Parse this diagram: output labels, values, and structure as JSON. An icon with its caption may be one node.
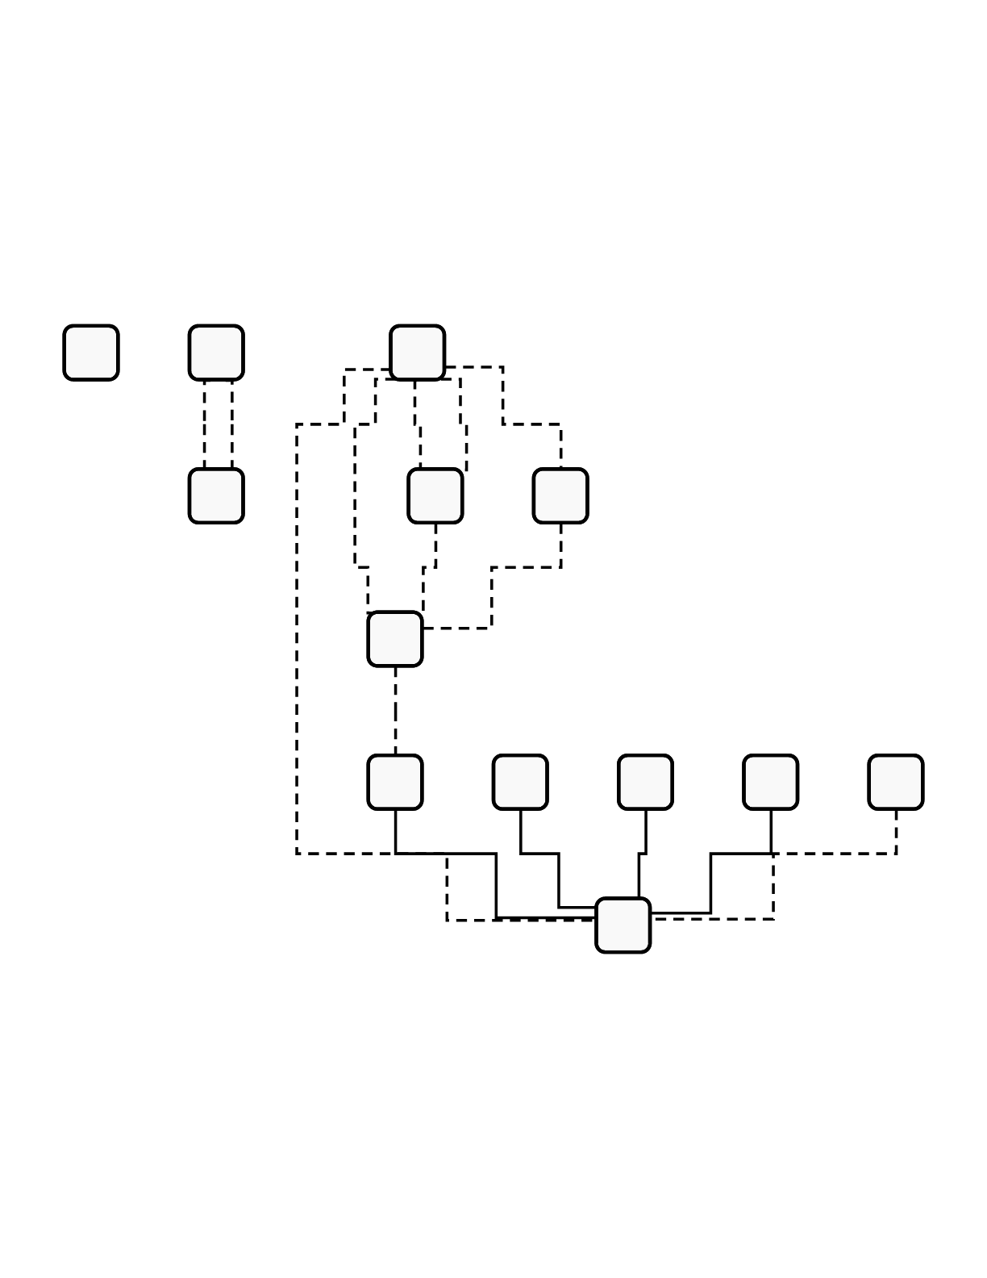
{
  "diagram": {
    "nodes": [
      {
        "text": [],
        "shape": "box"
      },
      {
        "text": [],
        "shape": "box"
      },
      {
        "text": [],
        "shape": "box"
      },
      {
        "text": [],
        "shape": "box"
      },
      {
        "text": [],
        "shape": "box"
      },
      {
        "text": [],
        "shape": "box"
      },
      {
        "text": [],
        "shape": "box"
      },
      {
        "text": [],
        "shape": "box"
      },
      {
        "text": [],
        "shape": "box"
      },
      {
        "text": [],
        "shape": "box"
      },
      {
        "text": [],
        "shape": "box"
      },
      {
        "text": [],
        "shape": "box"
      },
      {
        "text": [],
        "shape": "box"
      }
    ],
    "edges": [
      {
        "from": 1,
        "to": 2,
        "arrow": "none",
        "style": "dashed"
      },
      {
        "from": 1,
        "to": 2,
        "arrow": "none",
        "style": "dashed"
      },
      {
        "from": 3,
        "to": 4,
        "arrow": "none",
        "style": "dashed"
      },
      {
        "from": 3,
        "to": 5,
        "arrow": "none",
        "style": "dashed"
      },
      {
        "from": 3,
        "to": 4,
        "arrow": "none",
        "style": "dashed"
      },
      {
        "from": 3,
        "to": 6,
        "arrow": "none",
        "style": "dashed"
      },
      {
        "from": 4,
        "to": 6,
        "arrow": "none",
        "style": "dashed"
      },
      {
        "from": 5,
        "to": 6,
        "arrow": "none",
        "style": "dashed"
      },
      {
        "from": 6,
        "to": 7,
        "arrow": "none",
        "style": "dashed"
      },
      {
        "from": 3,
        "to": 12,
        "arrow": "none",
        "style": "dashed"
      },
      {
        "from": 7,
        "to": 12,
        "arrow": "none"
      },
      {
        "from": 8,
        "to": 12,
        "arrow": "none"
      },
      {
        "from": 9,
        "to": 12,
        "arrow": "none"
      },
      {
        "from": 10,
        "to": 12,
        "arrow": "none"
      },
      {
        "from": 11,
        "to": 12,
        "arrow": "none",
        "style": "dashed"
      }
    ]
  }
}
